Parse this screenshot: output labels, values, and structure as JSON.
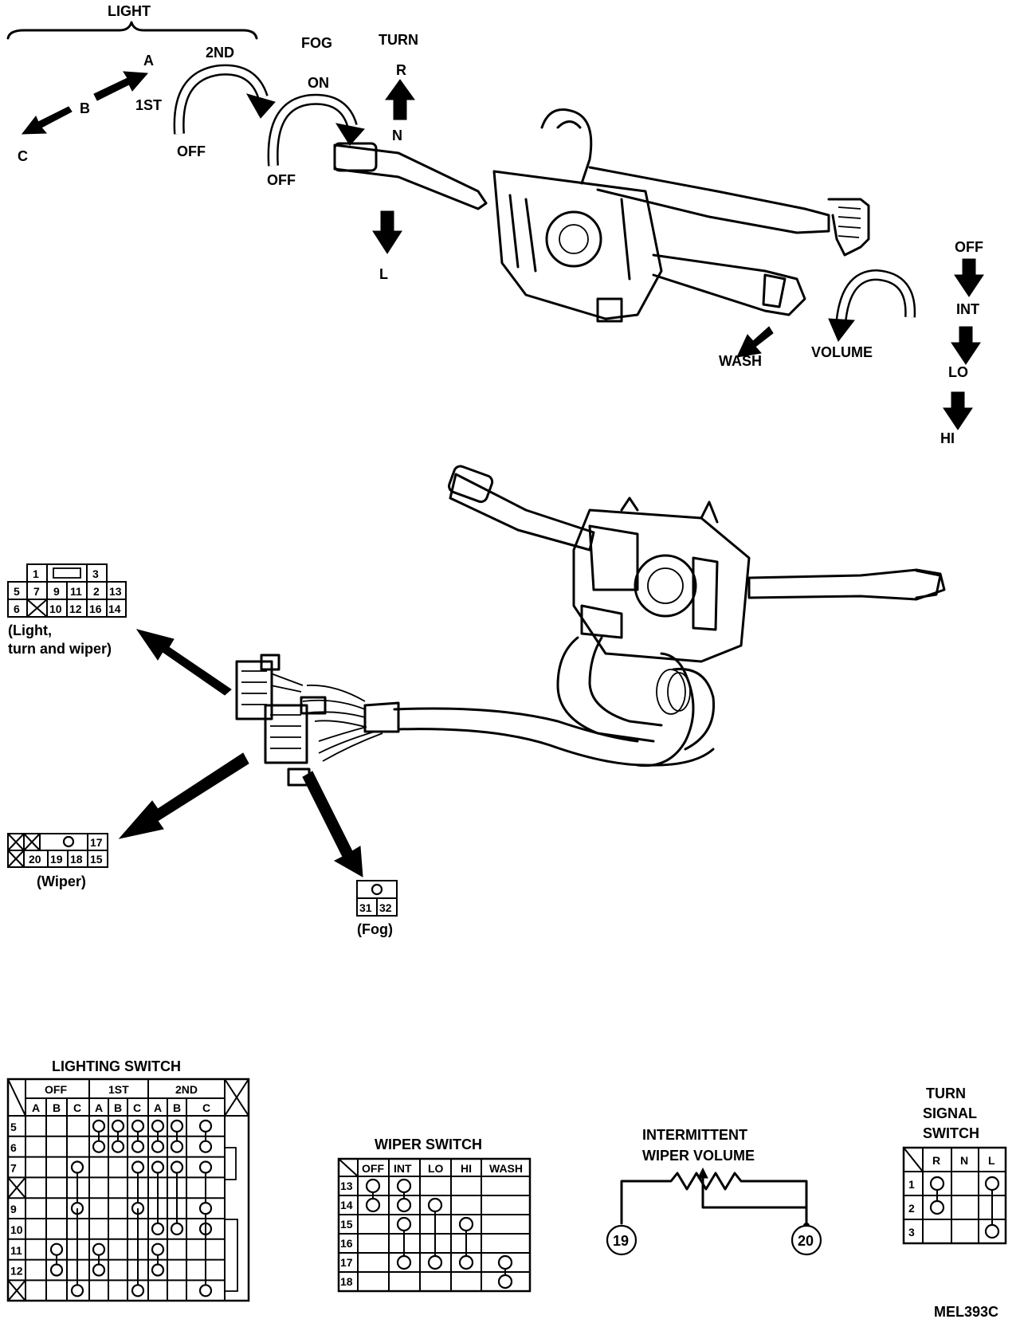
{
  "light_group": {
    "title": "LIGHT",
    "positions": [
      "A",
      "B",
      "C",
      "1ST",
      "2ND",
      "OFF"
    ]
  },
  "fog_group": {
    "title": "FOG",
    "on": "ON",
    "off": "OFF"
  },
  "turn_group": {
    "title": "TURN",
    "right": "R",
    "neutral": "N",
    "left": "L"
  },
  "wiper_group": {
    "positions": [
      "OFF",
      "INT",
      "LO",
      "HI"
    ],
    "wash": "WASH",
    "volume": "VOLUME"
  },
  "connector_main": {
    "rows": [
      [
        "",
        "1",
        "[]",
        "3",
        ""
      ],
      [
        "5",
        "7",
        "9",
        "11",
        "2",
        "13"
      ],
      [
        "6",
        "X",
        "10",
        "12",
        "16",
        "14"
      ]
    ],
    "caption_line1": "(Light,",
    "caption_line2": "turn and wiper)"
  },
  "connector_wiper": {
    "top": [
      "X",
      "X",
      "O",
      "17"
    ],
    "bottom": [
      "X",
      "20",
      "19",
      "18",
      "15"
    ],
    "caption": "(Wiper)"
  },
  "connector_fog": {
    "top": "O",
    "bottom": [
      "31",
      "32"
    ],
    "caption": "(Fog)"
  },
  "lighting_switch": {
    "title": "LIGHTING SWITCH",
    "groups": [
      "OFF",
      "1ST",
      "2ND"
    ],
    "subheaders": [
      "A",
      "B",
      "C",
      "A",
      "B",
      "C",
      "A",
      "B",
      "C"
    ],
    "rows": [
      "5",
      "6",
      "7",
      "X",
      "9",
      "10",
      "11",
      "12",
      "X"
    ]
  },
  "wiper_switch": {
    "title": "WIPER SWITCH",
    "columns": [
      "OFF",
      "INT",
      "LO",
      "HI",
      "WASH"
    ],
    "rows": [
      "13",
      "14",
      "15",
      "16",
      "17",
      "18"
    ]
  },
  "intermittent": {
    "title_line1": "INTERMITTENT",
    "title_line2": "WIPER VOLUME",
    "terminals": [
      "19",
      "20"
    ]
  },
  "turn_signal": {
    "title_line1": "TURN",
    "title_line2": "SIGNAL",
    "title_line3": "SWITCH",
    "columns": [
      "R",
      "N",
      "L"
    ],
    "rows": [
      "1",
      "2",
      "3"
    ]
  },
  "figure_code": "MEL393C"
}
